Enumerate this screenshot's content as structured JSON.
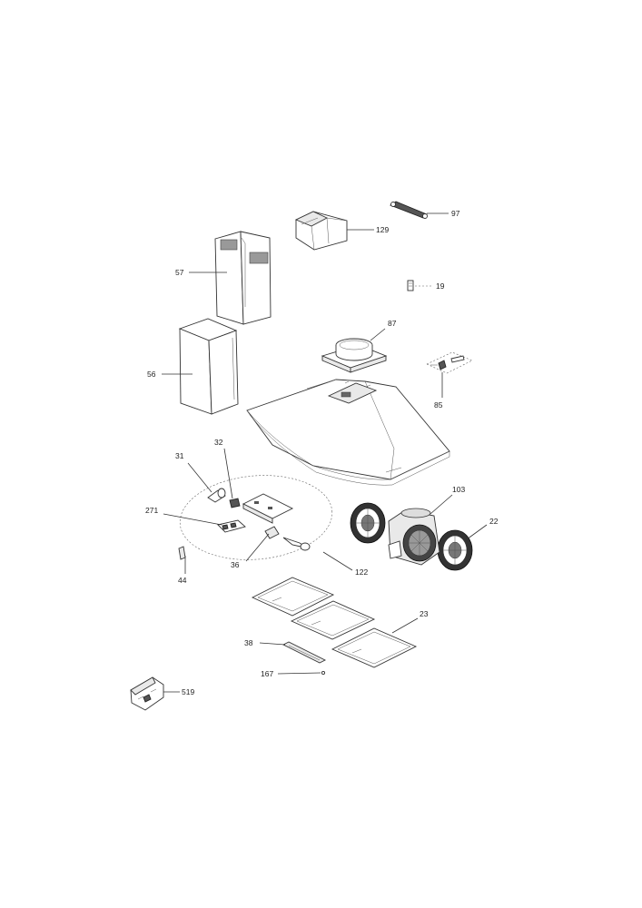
{
  "labels": {
    "p97": "97",
    "p129": "129",
    "p57": "57",
    "p19": "19",
    "p87": "87",
    "p56": "56",
    "p85": "85",
    "p31": "31",
    "p32": "32",
    "p103": "103",
    "p271": "271",
    "p22": "22",
    "p36": "36",
    "p122": "122",
    "p44": "44",
    "p23": "23",
    "p38": "38",
    "p167": "167",
    "p519": "519"
  }
}
